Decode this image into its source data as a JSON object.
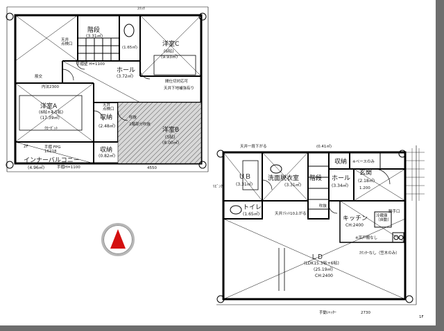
{
  "upper_floor": {
    "rooms": [
      {
        "id": "stairs-2f",
        "name": "階段",
        "area": "(3.31㎡)"
      },
      {
        "id": "western-room-c",
        "name": "洋室C",
        "size": "(6帖)",
        "area": "(9.93㎡)"
      },
      {
        "id": "hall-2f",
        "name": "ホール",
        "area": "(3.72㎡)"
      },
      {
        "id": "western-room-a",
        "name": "洋室A",
        "size": "(6帖+4.5帖)",
        "area": "(17.39㎡)"
      },
      {
        "id": "storage-a",
        "name": "収納",
        "area": "(2.48㎡)"
      },
      {
        "id": "western-room-b",
        "name": "洋室B",
        "size": "(5帖)",
        "area": "(8.00㎡)"
      },
      {
        "id": "storage-b",
        "name": "収納",
        "area": "(0.82㎡)"
      },
      {
        "id": "inner-balcony",
        "name": "インナーバルコニー",
        "area": "(4.96㎡)"
      }
    ],
    "notes": {
      "ceiling_inspection_1": "天井\n点検口",
      "ceiling_inspection_2": "天井\n点検口",
      "handrail_height": "手摺壁 H=1100",
      "area_small": "(1.65㎡)",
      "inner_width": "内法2300",
      "cross_beam": "筋交",
      "closet_note": "ｸﾛｰｾﾞｯﾄ",
      "wall_reinforce": "間仕切対応可",
      "ceiling_reinforce": "天井下地補強有り",
      "bath_fan": "ｽｲｯﾁ",
      "balcony_pipe": "手摺 FPG\n16218",
      "balcony_handrail": "手摺H=1100",
      "open_ceiling": "吹抜",
      "mark_2f": "2F",
      "partition_note": "2階部分吹抜",
      "dim_bottom": "4550"
    }
  },
  "lower_floor": {
    "rooms": [
      {
        "id": "unit-bath",
        "name": "ＵＢ",
        "area": "(3.31㎡)"
      },
      {
        "id": "washroom",
        "name": "洗面脱衣室",
        "area": "(3.31㎡)"
      },
      {
        "id": "stairs-1f",
        "name": "階段",
        "area": ""
      },
      {
        "id": "hall-1f",
        "name": "ホール",
        "area": "(3.34㎡)"
      },
      {
        "id": "storage-1f",
        "name": "収納",
        "area": ""
      },
      {
        "id": "entrance",
        "name": "玄関",
        "area": "(2.18㎡)"
      },
      {
        "id": "toilet",
        "name": "トイレ",
        "area": "(1.65㎡)"
      },
      {
        "id": "kitchen",
        "name": "キッチン",
        "area": "CH:2400"
      },
      {
        "id": "ld",
        "name": "ＬＤ",
        "size": "(LDK15.3帖+6帖)",
        "area": "(25.19㎡)",
        "ch": "CH:2400"
      }
    ],
    "notes": {
      "ceiling_drop": "天井一段下がる",
      "area_top": "(0.41㎡)",
      "shoe_rack": "※ベースのみ",
      "entrance_dim": "1.200",
      "ceiling_up": "天井ﾌﾗｯﾄ10上がる",
      "fridge": "冷蔵庫\n（自動）",
      "cupboard": "※吊戸棚なし",
      "counter": "ｶｳﾝﾀｰなし（笠木のみ）",
      "aux": "勝手口",
      "stair_note": "吹抜",
      "left_mark": "ﾘﾋﾞﾝｸﾞ",
      "dim_bottom": "2730",
      "dim_right": "手動ｼｬｯﾀｰ",
      "mark_1f": "1F"
    }
  },
  "compass": {
    "arrow_color": "#d41010",
    "label": ""
  }
}
